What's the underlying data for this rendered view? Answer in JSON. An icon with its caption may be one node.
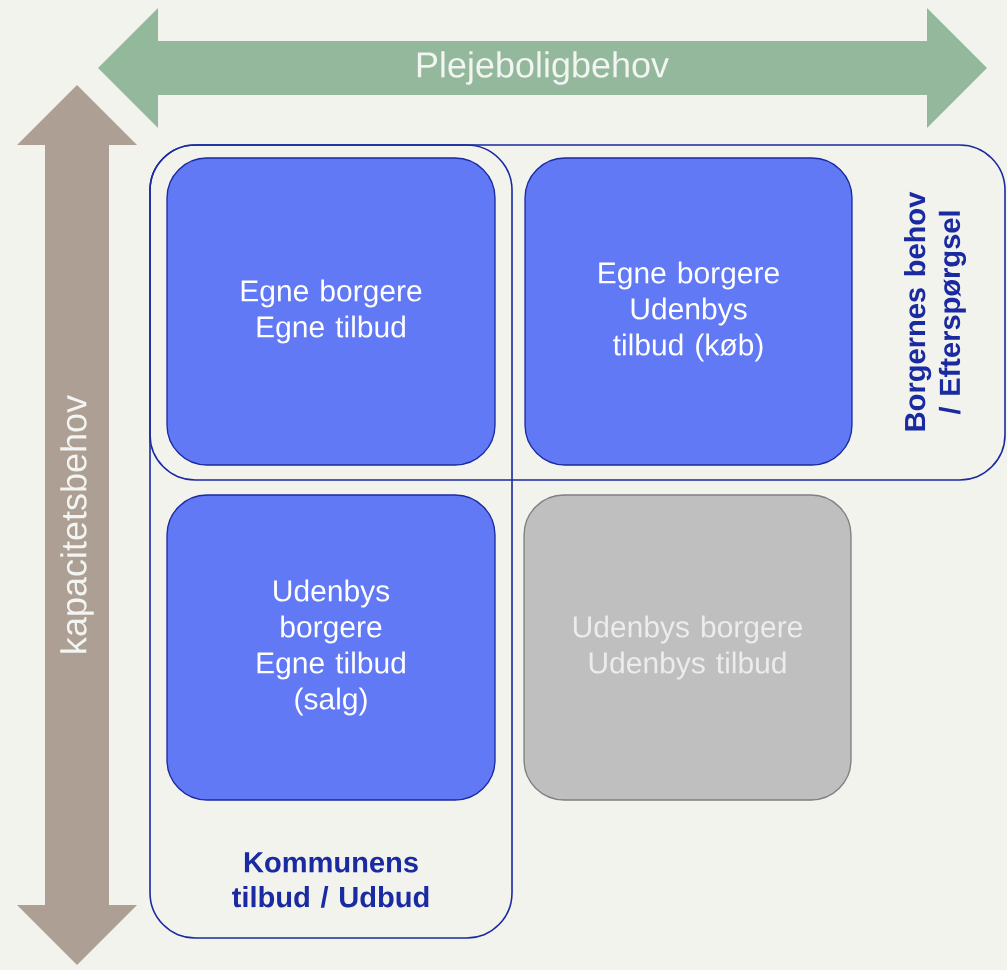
{
  "diagram": {
    "nodes": [
      {
        "text": [
          "Plejeboligbehov"
        ]
      },
      {
        "text": [
          "kapacitetsbehov"
        ]
      },
      {
        "text": [
          "Borgernes behov / Efterspørgsel"
        ]
      },
      {
        "text": [
          "Kommunens tilbud / Udbud"
        ]
      },
      {
        "text": [
          "Egne borgere Egne tilbud"
        ]
      },
      {
        "text": [
          "Egne borgere Udenbys tilbud (køb)"
        ],
        "in": 2
      },
      {
        "text": [
          "Udenbys borgere Egne tilbud (salg)"
        ],
        "in": 3
      },
      {
        "text": [
          "Udenbys borgere Udenbys tilbud"
        ]
      }
    ]
  }
}
